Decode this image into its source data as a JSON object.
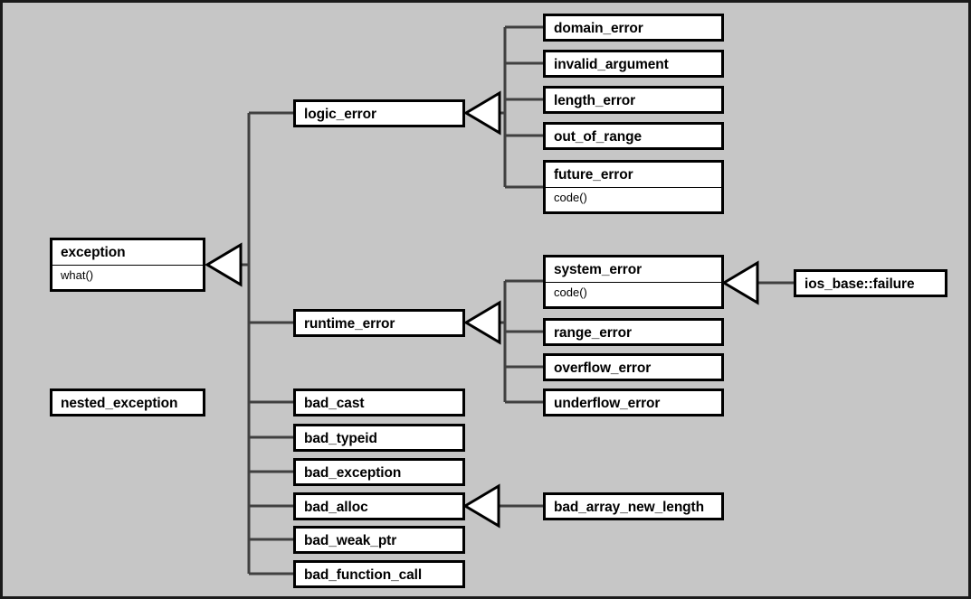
{
  "diagram": {
    "kind": "uml-class-diagram",
    "subject": "C++ standard library exception hierarchy",
    "background_color": "#c6c6c6",
    "border_color": "#1a1a1a",
    "box_fill_color": "#ffffff",
    "box_border_color": "#000000",
    "edge_color": "#404040",
    "relationship": "generalization",
    "arrowhead": "hollow-triangle-pointing-to-base-class"
  },
  "nodes": {
    "exception": {
      "title": "exception",
      "members": [
        "what()"
      ]
    },
    "logic_error": {
      "title": "logic_error",
      "members": []
    },
    "domain_error": {
      "title": "domain_error",
      "members": []
    },
    "invalid_argument": {
      "title": "invalid_argument",
      "members": []
    },
    "length_error": {
      "title": "length_error",
      "members": []
    },
    "out_of_range": {
      "title": "out_of_range",
      "members": []
    },
    "future_error": {
      "title": "future_error",
      "members": [
        "code()"
      ]
    },
    "runtime_error": {
      "title": "runtime_error",
      "members": []
    },
    "system_error": {
      "title": "system_error",
      "members": [
        "code()"
      ]
    },
    "ios_base_failure": {
      "title": "ios_base::failure",
      "members": []
    },
    "range_error": {
      "title": "range_error",
      "members": []
    },
    "overflow_error": {
      "title": "overflow_error",
      "members": []
    },
    "underflow_error": {
      "title": "underflow_error",
      "members": []
    },
    "bad_cast": {
      "title": "bad_cast",
      "members": []
    },
    "bad_typeid": {
      "title": "bad_typeid",
      "members": []
    },
    "bad_exception": {
      "title": "bad_exception",
      "members": []
    },
    "bad_alloc": {
      "title": "bad_alloc",
      "members": []
    },
    "bad_array_new_length": {
      "title": "bad_array_new_length",
      "members": []
    },
    "bad_weak_ptr": {
      "title": "bad_weak_ptr",
      "members": []
    },
    "bad_function_call": {
      "title": "bad_function_call",
      "members": []
    },
    "nested_exception": {
      "title": "nested_exception",
      "members": []
    }
  },
  "edges": [
    {
      "base": "exception",
      "derived": "logic_error"
    },
    {
      "base": "exception",
      "derived": "runtime_error"
    },
    {
      "base": "exception",
      "derived": "bad_cast"
    },
    {
      "base": "exception",
      "derived": "bad_typeid"
    },
    {
      "base": "exception",
      "derived": "bad_exception"
    },
    {
      "base": "exception",
      "derived": "bad_alloc"
    },
    {
      "base": "exception",
      "derived": "bad_weak_ptr"
    },
    {
      "base": "exception",
      "derived": "bad_function_call"
    },
    {
      "base": "logic_error",
      "derived": "domain_error"
    },
    {
      "base": "logic_error",
      "derived": "invalid_argument"
    },
    {
      "base": "logic_error",
      "derived": "length_error"
    },
    {
      "base": "logic_error",
      "derived": "out_of_range"
    },
    {
      "base": "logic_error",
      "derived": "future_error"
    },
    {
      "base": "runtime_error",
      "derived": "system_error"
    },
    {
      "base": "runtime_error",
      "derived": "range_error"
    },
    {
      "base": "runtime_error",
      "derived": "overflow_error"
    },
    {
      "base": "runtime_error",
      "derived": "underflow_error"
    },
    {
      "base": "system_error",
      "derived": "ios_base_failure"
    },
    {
      "base": "bad_alloc",
      "derived": "bad_array_new_length"
    }
  ],
  "orphans": [
    "nested_exception"
  ]
}
